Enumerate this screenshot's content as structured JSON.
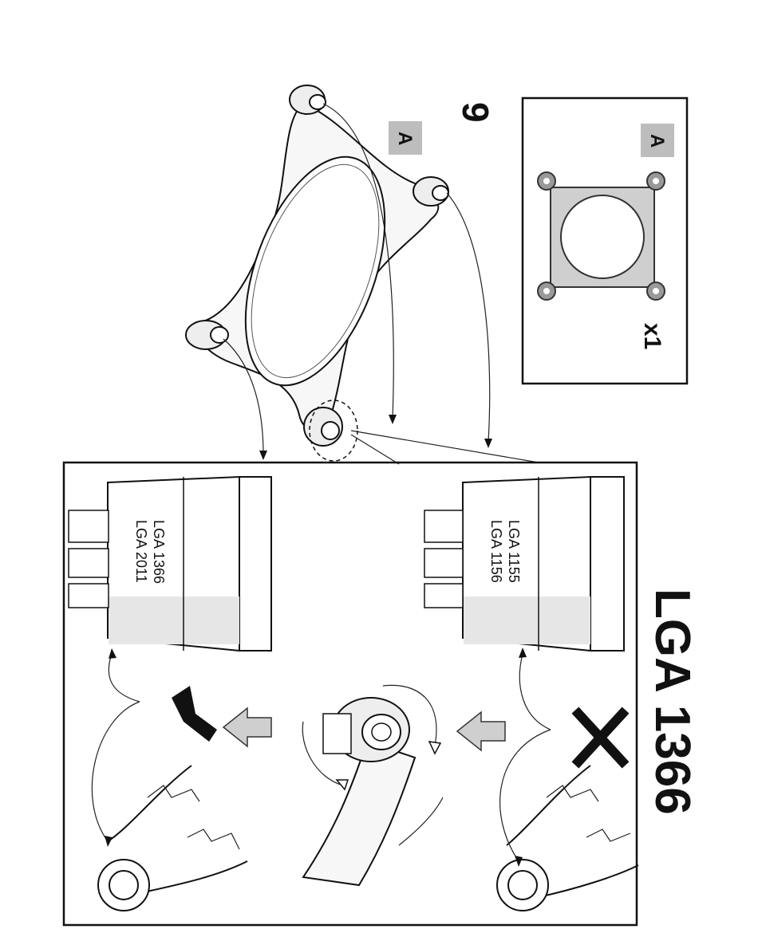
{
  "step": {
    "number": "9",
    "title": "LGA 1366"
  },
  "parts_box": {
    "part_letter": "A",
    "quantity": "x1"
  },
  "bracket_label": "A",
  "standoffs": {
    "correct": {
      "lines": [
        "LGA 1366",
        "LGA 2011"
      ],
      "mark": "check"
    },
    "wrong": {
      "lines": [
        "LGA 1155",
        "LGA 1156"
      ],
      "mark": "cross"
    }
  },
  "colors": {
    "line": "#111111",
    "badge": "#bdbdbd",
    "arrow_fill": "#cfcfcf",
    "shade": "#e6e6e6"
  }
}
